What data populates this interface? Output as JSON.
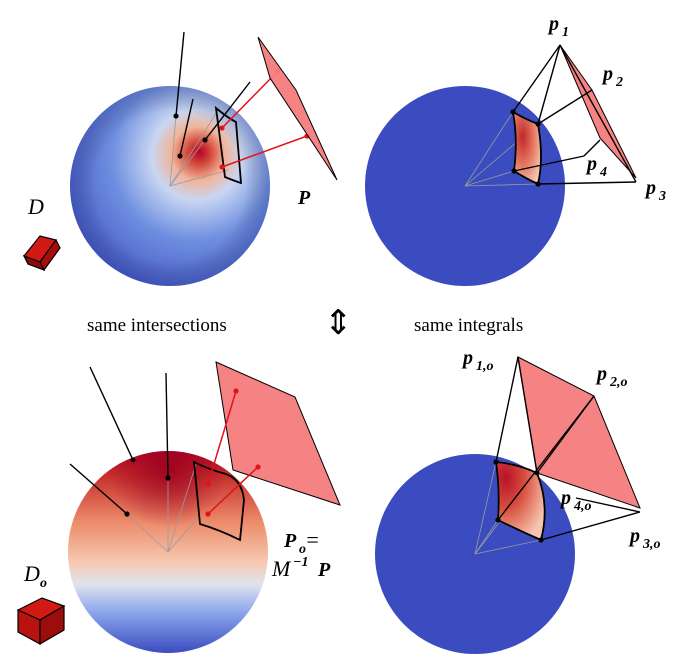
{
  "labels": {
    "top_left_plane": "P",
    "top_left_cube": "D",
    "middle_left": "same intersections",
    "middle_arrow": "⇕",
    "middle_right": "same integrals",
    "top_right_p1": "p",
    "top_right_p1_sub": "1",
    "top_right_p2": "p",
    "top_right_p2_sub": "2",
    "top_right_p3": "p",
    "top_right_p3_sub": "3",
    "top_right_p4": "p",
    "top_right_p4_sub": "4",
    "bottom_left_plane_line1": "P",
    "bottom_left_plane_line1_sub": "o",
    "bottom_left_plane_line1_eq": " =",
    "bottom_left_plane_line2_M": "M",
    "bottom_left_plane_line2_exp": "−1",
    "bottom_left_plane_line2_P": "P",
    "bottom_left_cube": "D",
    "bottom_left_cube_sub": "o",
    "bottom_right_p1": "p",
    "bottom_right_p1_sub": "1,o",
    "bottom_right_p2": "p",
    "bottom_right_p2_sub": "2,o",
    "bottom_right_p3": "p",
    "bottom_right_p3_sub": "3,o",
    "bottom_right_p4": "p",
    "bottom_right_p4_sub": "4,o"
  },
  "colors": {
    "sphere_blue": "#3b4cc0",
    "sphere_red": "#b40426",
    "plane_pink": "#f47c7c",
    "ray_red": "#e0141b",
    "cube_red": "#c4120f"
  }
}
